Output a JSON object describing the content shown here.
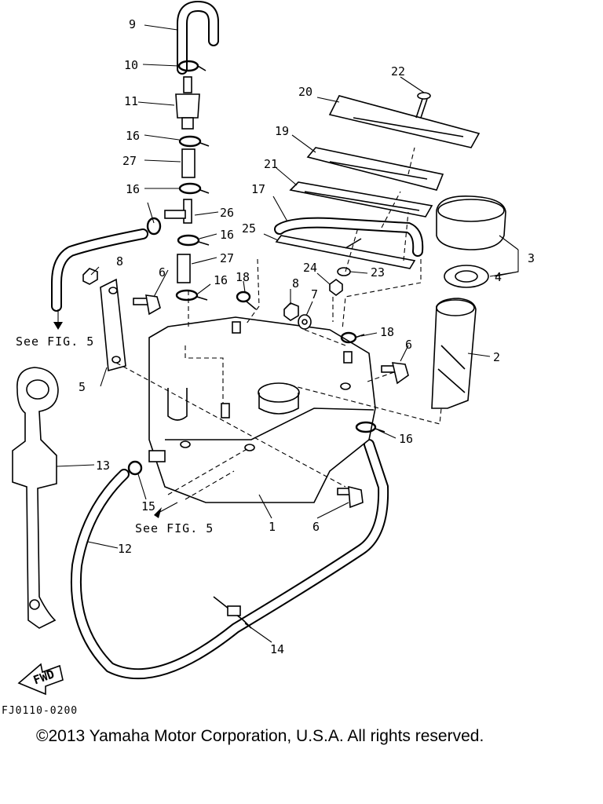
{
  "diagram": {
    "part_numbers": [
      "1",
      "2",
      "3",
      "4",
      "5",
      "6",
      "7",
      "8",
      "9",
      "10",
      "11",
      "12",
      "13",
      "14",
      "15",
      "16",
      "17",
      "18",
      "19",
      "20",
      "21",
      "22",
      "23",
      "24",
      "25",
      "26",
      "27"
    ],
    "cross_references": [
      "See FIG. 5",
      "See FIG. 5"
    ],
    "direction_marker": "FWD",
    "figure_code": "FJ0110-0200"
  },
  "footer": {
    "copyright": "©2013 Yamaha Motor Corporation, U.S.A. All rights reserved."
  }
}
